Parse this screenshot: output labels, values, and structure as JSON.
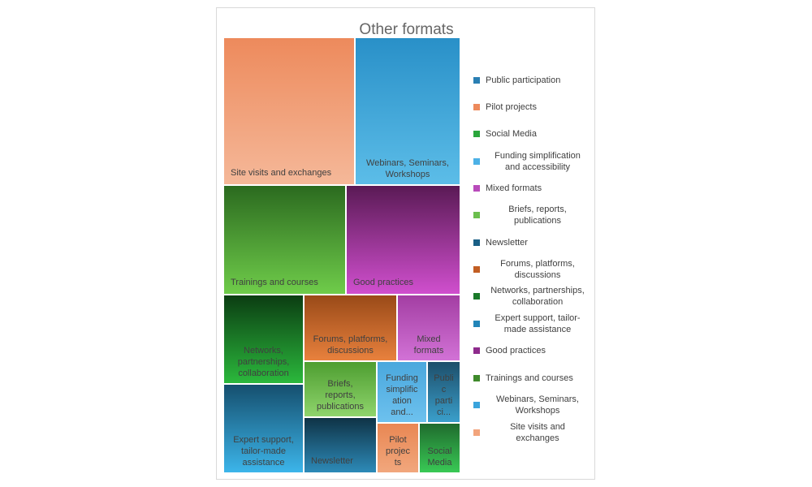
{
  "chart_data": {
    "type": "treemap",
    "title": "Other formats",
    "series": [
      {
        "name": "Site visits and exchanges",
        "value": 11.6,
        "color_top": "#ed8a5c",
        "color_bottom": "#f5b899"
      },
      {
        "name": "Webinars, Seminars, Workshops",
        "value": 9.3,
        "color_top": "#2990c8",
        "color_bottom": "#5cbde8"
      },
      {
        "name": "Trainings and courses",
        "value": 9.6,
        "color_top": "#2b6a1f",
        "color_bottom": "#6fcc4a"
      },
      {
        "name": "Good practices",
        "value": 8.8,
        "color_top": "#5a1a55",
        "color_bottom": "#d04fce"
      },
      {
        "name": "Networks, partnerships, collaboration",
        "value": 4.2,
        "color_top": "#0b3d12",
        "color_bottom": "#2bb83c"
      },
      {
        "name": "Expert support, tailor-made assistance",
        "value": 4.0,
        "color_top": "#154f6e",
        "color_bottom": "#3cb5ea"
      },
      {
        "name": "Forums, platforms, discussions",
        "value": 3.5,
        "color_top": "#9a4a18",
        "color_bottom": "#e8813d"
      },
      {
        "name": "Mixed formats",
        "value": 2.2,
        "color_top": "#a33ea3",
        "color_bottom": "#d272d6"
      },
      {
        "name": "Briefs, reports, publications",
        "value": 2.4,
        "color_top": "#4e9e31",
        "color_bottom": "#8fd46c"
      },
      {
        "name": "Newsletter",
        "value": 1.8,
        "color_top": "#0f3346",
        "color_bottom": "#2d8ab8"
      },
      {
        "name": "Funding simplification and accessibility",
        "value": 1.6,
        "color_top": "#4aa8dd",
        "color_bottom": "#6dc1ee"
      },
      {
        "name": "Public participation",
        "value": 1.0,
        "color_top": "#1d4e6a",
        "color_bottom": "#3a9fcb"
      },
      {
        "name": "Pilot projects",
        "value": 1.1,
        "color_top": "#e98753",
        "color_bottom": "#f1a77d"
      },
      {
        "name": "Social Media",
        "value": 1.0,
        "color_top": "#1f6b2d",
        "color_bottom": "#39c955"
      }
    ],
    "tiles": [
      {
        "name": "Site visits and exchanges",
        "lines": [
          "Site visits and exchanges"
        ]
      },
      {
        "name": "Webinars, Seminars, Workshops",
        "lines": [
          "Webinars, Seminars,",
          "Workshops"
        ]
      },
      {
        "name": "Trainings and courses",
        "lines": [
          "Trainings and courses"
        ]
      },
      {
        "name": "Good practices",
        "lines": [
          "Good practices"
        ]
      },
      {
        "name": "Networks, partnerships, collaboration",
        "lines": [
          "Networks,",
          "partnerships,",
          "collaboration"
        ]
      },
      {
        "name": "Forums, platforms, discussions",
        "lines": [
          "Forums, platforms,",
          "discussions"
        ]
      },
      {
        "name": "Mixed formats",
        "lines": [
          "Mixed",
          "formats"
        ]
      },
      {
        "name": "Briefs, reports, publications",
        "lines": [
          "Briefs,",
          "reports,",
          "publications"
        ]
      },
      {
        "name": "Funding simplification and accessibility",
        "lines": [
          "Funding",
          "simplific",
          "ation",
          "and..."
        ]
      },
      {
        "name": "Public participation",
        "lines": [
          "Publi",
          "c",
          "parti",
          "ci..."
        ]
      },
      {
        "name": "Expert support, tailor-made assistance",
        "lines": [
          "Expert support,",
          "tailor-made",
          "assistance"
        ]
      },
      {
        "name": "Newsletter",
        "lines": [
          "Newsletter"
        ]
      },
      {
        "name": "Pilot projects",
        "lines": [
          "Pilot",
          "projec",
          "ts"
        ]
      },
      {
        "name": "Social Media",
        "lines": [
          "Social",
          "Media"
        ]
      }
    ],
    "legend": [
      {
        "name": "Public participation",
        "lines": [
          "Public participation"
        ],
        "color": "#2a7fb3"
      },
      {
        "name": "Pilot projects",
        "lines": [
          "Pilot projects"
        ],
        "color": "#ed8a5c"
      },
      {
        "name": "Social Media",
        "lines": [
          "Social Media"
        ],
        "color": "#2aa63c"
      },
      {
        "name": "Funding simplification and accessibility",
        "lines": [
          "Funding simplification",
          "and accessibility"
        ],
        "color": "#4cb1e6"
      },
      {
        "name": "Mixed formats",
        "lines": [
          "Mixed formats"
        ],
        "color": "#b94bbb"
      },
      {
        "name": "Briefs, reports, publications",
        "lines": [
          "Briefs, reports,",
          "publications"
        ],
        "color": "#6bbf4d"
      },
      {
        "name": "Newsletter",
        "lines": [
          "Newsletter"
        ],
        "color": "#1a5f86"
      },
      {
        "name": "Forums, platforms, discussions",
        "lines": [
          "Forums, platforms,",
          "discussions"
        ],
        "color": "#c25e23"
      },
      {
        "name": "Networks, partnerships, collaboration",
        "lines": [
          "Networks, partnerships,",
          "collaboration"
        ],
        "color": "#1a7a2a"
      },
      {
        "name": "Expert support, tailor-made assistance",
        "lines": [
          "Expert support, tailor-",
          "made assistance"
        ],
        "color": "#2285b8"
      },
      {
        "name": "Good practices",
        "lines": [
          "Good practices"
        ],
        "color": "#8e2b8c"
      },
      {
        "name": "Trainings and courses",
        "lines": [
          "Trainings and courses"
        ],
        "color": "#3f8a2b"
      },
      {
        "name": "Webinars, Seminars, Workshops",
        "lines": [
          "Webinars, Seminars,",
          "Workshops"
        ],
        "color": "#3aa4dc"
      },
      {
        "name": "Site visits and exchanges",
        "lines": [
          "Site visits and",
          "exchanges"
        ],
        "color": "#f2a47c"
      }
    ],
    "legend_position": "right"
  }
}
